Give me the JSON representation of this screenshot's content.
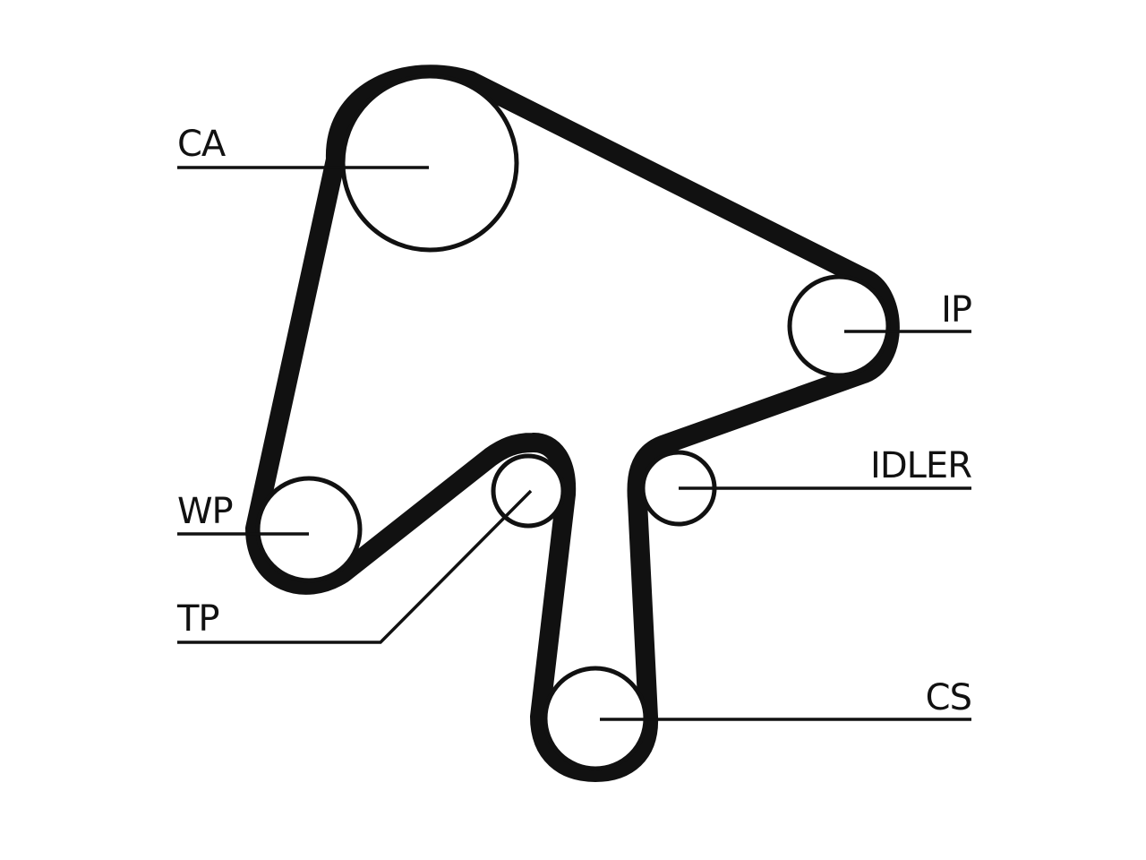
{
  "colors": {
    "belt": "#111111",
    "pulley_stroke": "#111111",
    "leader": "#111111",
    "label": "#111111"
  },
  "labels": {
    "ca": "CA",
    "ip": "IP",
    "idler": "IDLER",
    "wp": "WP",
    "tp": "TP",
    "cs": "CS"
  }
}
